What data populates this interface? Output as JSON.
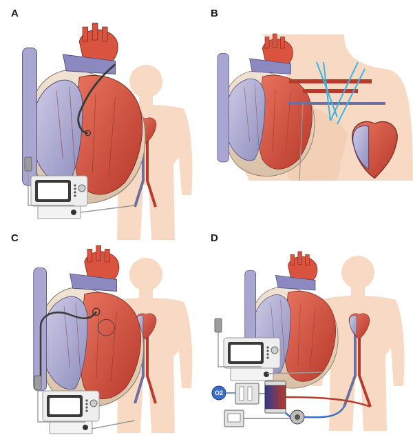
{
  "panels": [
    {
      "label": "A"
    },
    {
      "label": "B"
    },
    {
      "label": "C"
    },
    {
      "label": "D"
    }
  ],
  "oxygen_label": "O2",
  "colors": {
    "skin": "#f7d9c4",
    "skin_line": "#e9bfa3",
    "heart_red": "#d9533f",
    "heart_red_dark": "#b83a2c",
    "venous_lilac": "#b9b6d9",
    "venous_dark": "#6d6f9c",
    "tissue_beige": "#ead7c3",
    "device_gray": "#e3e3e3",
    "device_dark": "#3a3a3a",
    "suture_blue": "#35b6e3",
    "oxygen_blue": "#3b6ec9"
  }
}
